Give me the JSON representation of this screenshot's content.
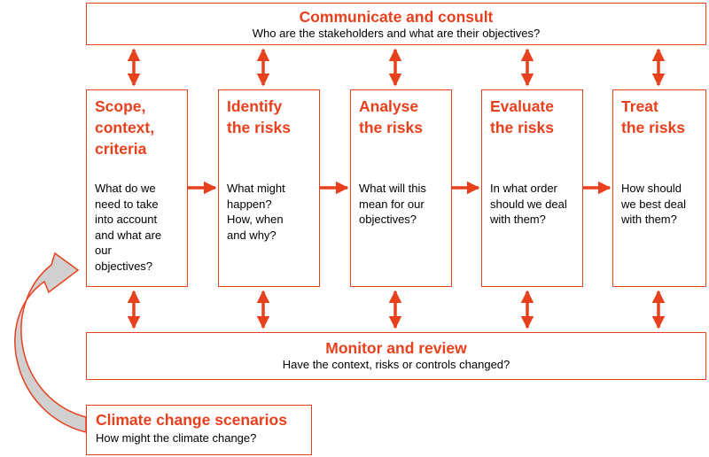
{
  "communicate": {
    "title": "Communicate and consult",
    "subtitle": "Who are the stakeholders and what are their objectives?"
  },
  "stages": [
    {
      "title": "Scope,\ncontext,\ncriteria",
      "question": "What do we\nneed to take\ninto account\nand what are\nour\nobjectives?"
    },
    {
      "title": "Identify\nthe risks",
      "question": "What might\nhappen?\nHow, when\nand why?"
    },
    {
      "title": "Analyse\nthe risks",
      "question": "What will this\nmean for our\nobjectives?"
    },
    {
      "title": "Evaluate\nthe risks",
      "question": "In what order\nshould we deal\nwith them?"
    },
    {
      "title": "Treat\n the risks",
      "question": "How should\nwe best deal\nwith them?"
    }
  ],
  "monitor": {
    "title": "Monitor and review",
    "subtitle": "Have the context, risks or controls changed?"
  },
  "climate": {
    "title": "Climate change scenarios",
    "subtitle": "How might the climate change?"
  },
  "colors": {
    "accent": "#e8401c",
    "curved_arrow_fill": "#d0d0d0"
  }
}
